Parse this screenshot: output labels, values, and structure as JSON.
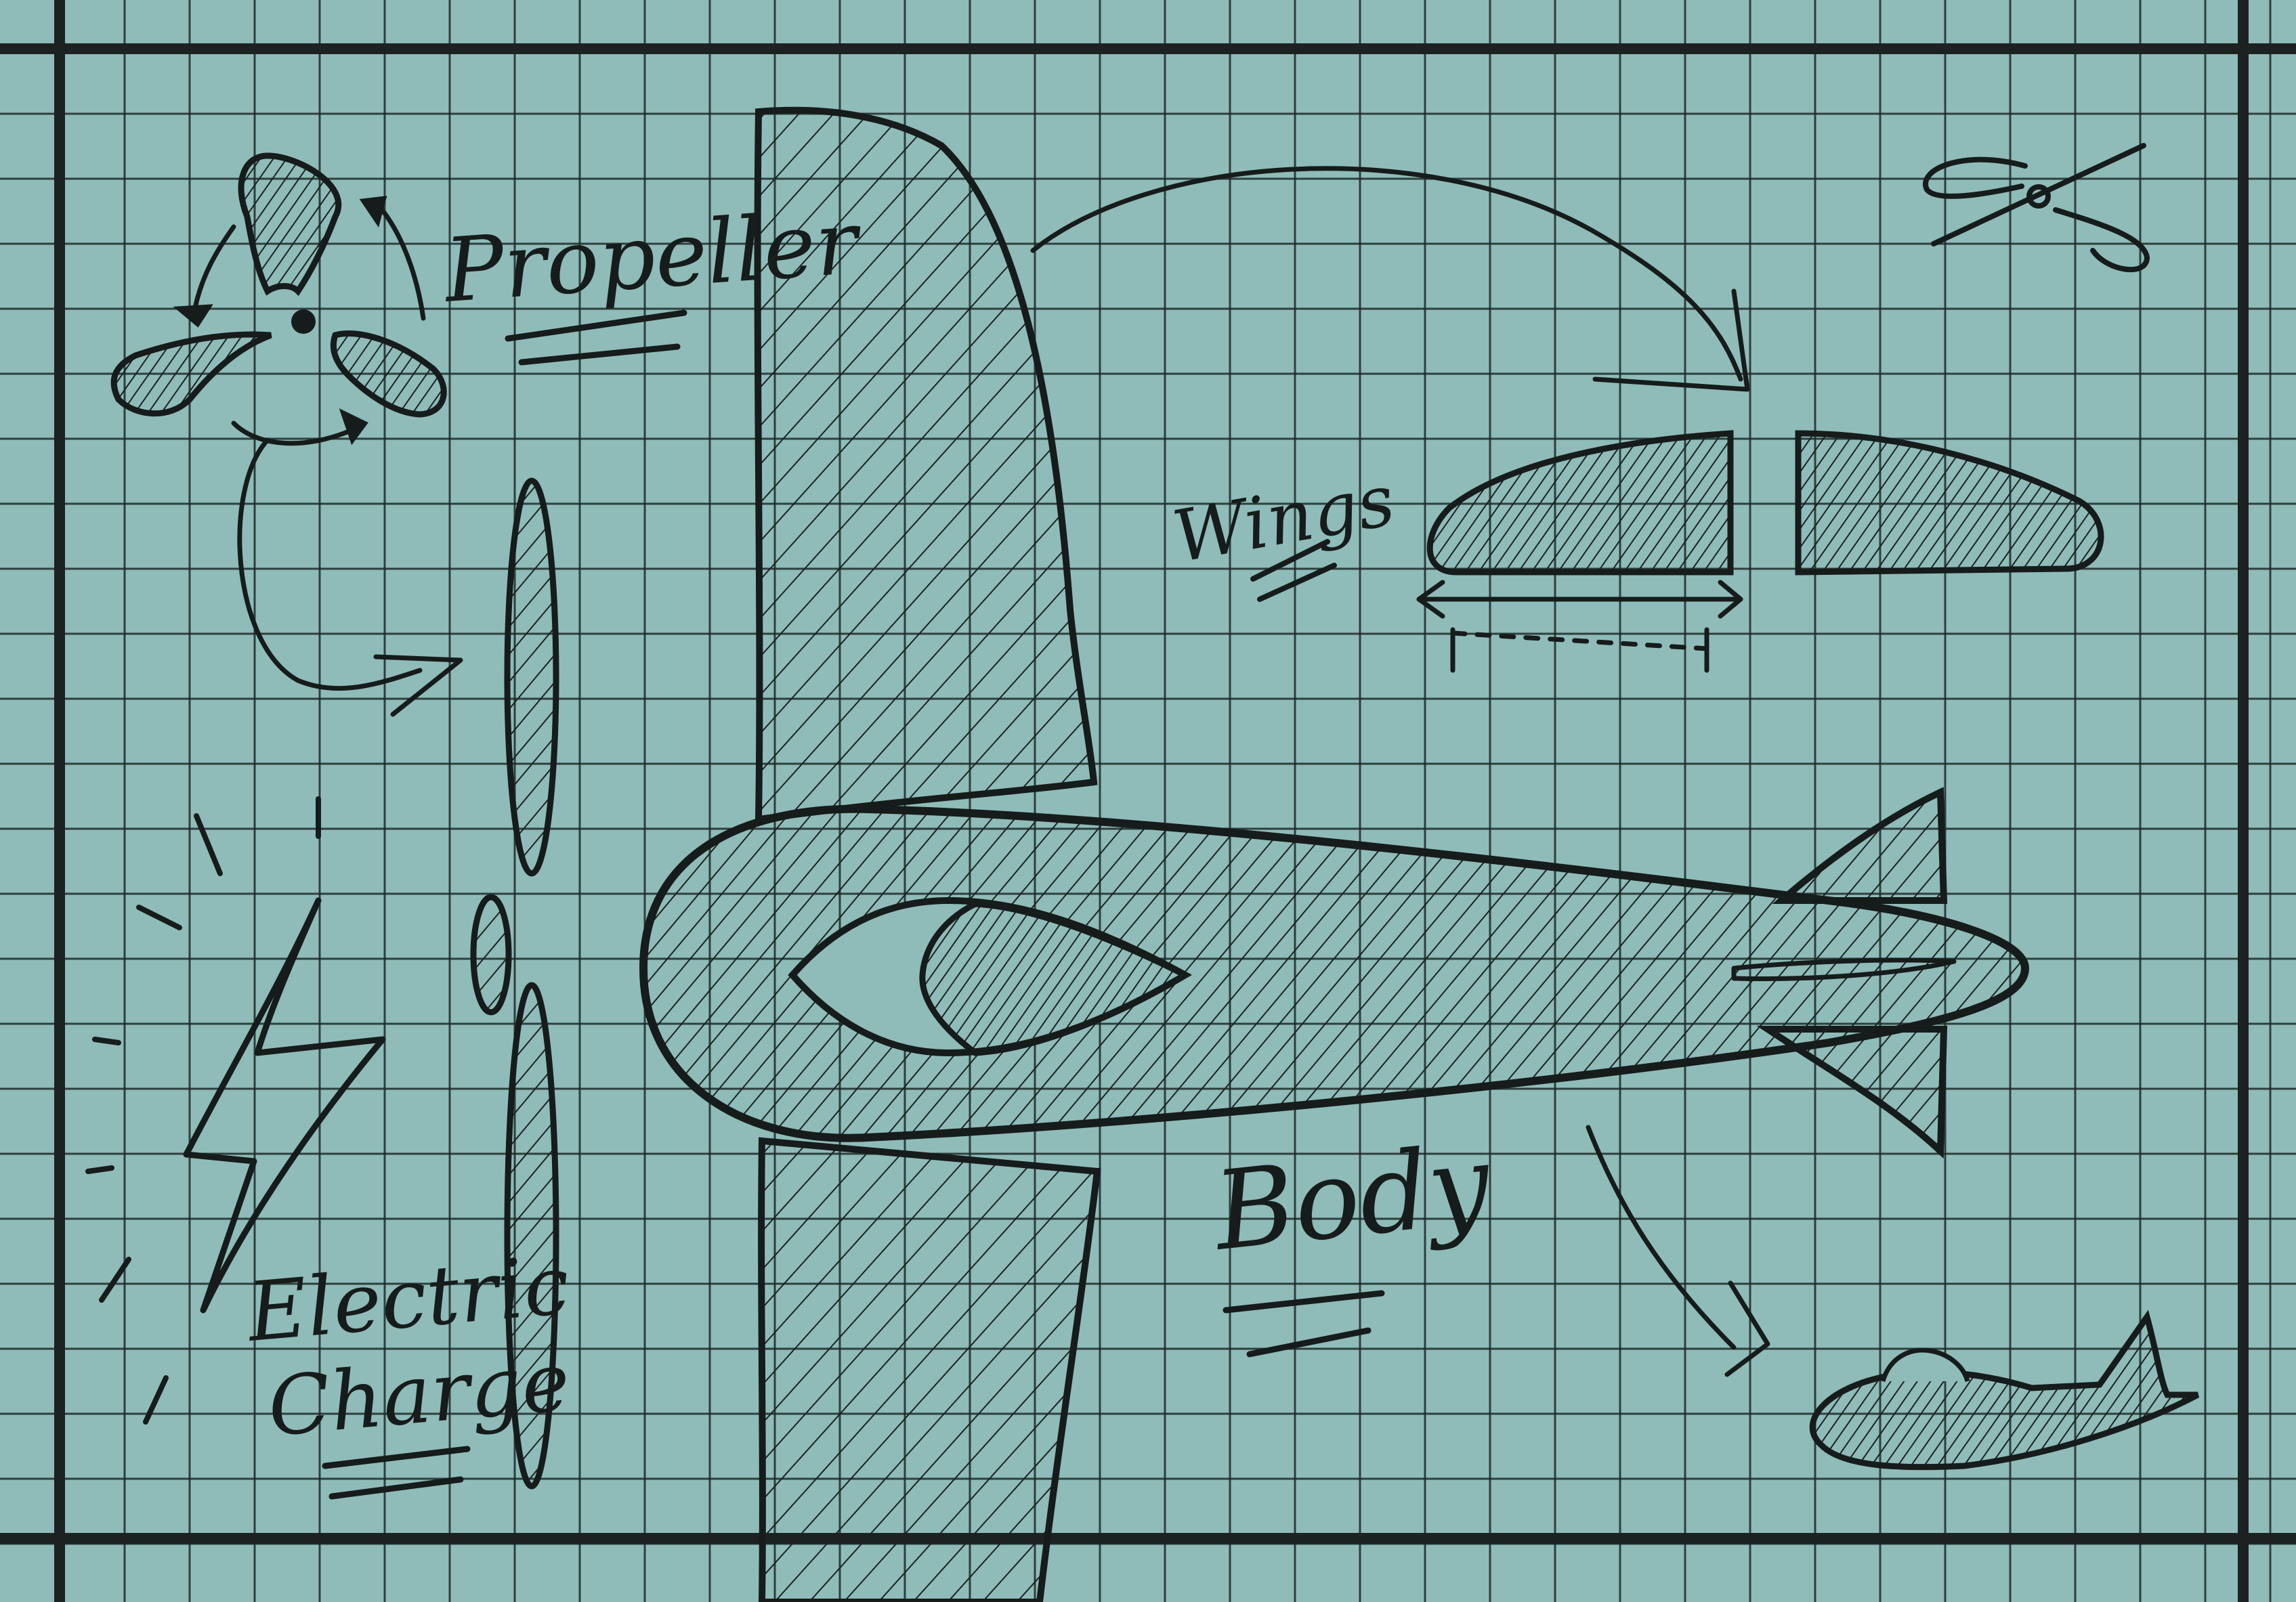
{
  "labels": {
    "propeller": "Propeller",
    "wings": "Wings",
    "body": "Body",
    "electric_line1": "Electric",
    "electric_line2": "Charge"
  },
  "colors": {
    "paper": "#8fbcb8",
    "grid": "#1c2a29",
    "ink": "#161c1b"
  }
}
